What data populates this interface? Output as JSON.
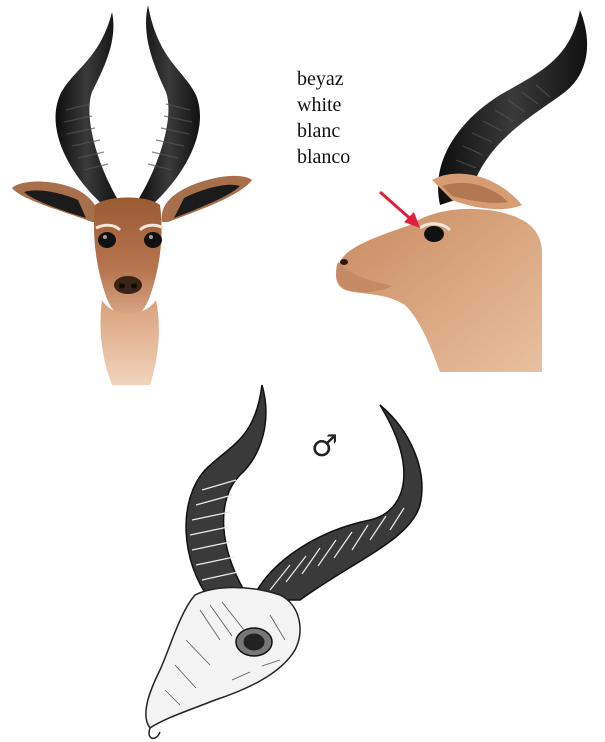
{
  "labels": [
    "beyaz",
    "white",
    "blanc",
    "blanco"
  ],
  "male_symbol": "♂",
  "colors": {
    "horn": "#1f1f1f",
    "coat": "#b06a3f",
    "coat_light": "#e6b898",
    "arrow": "#e0203a",
    "skull_line": "#222222"
  },
  "figures": {
    "front_head": "gazelle-head-front",
    "side_head": "gazelle-head-side",
    "skull": "gazelle-skull-drawing"
  }
}
